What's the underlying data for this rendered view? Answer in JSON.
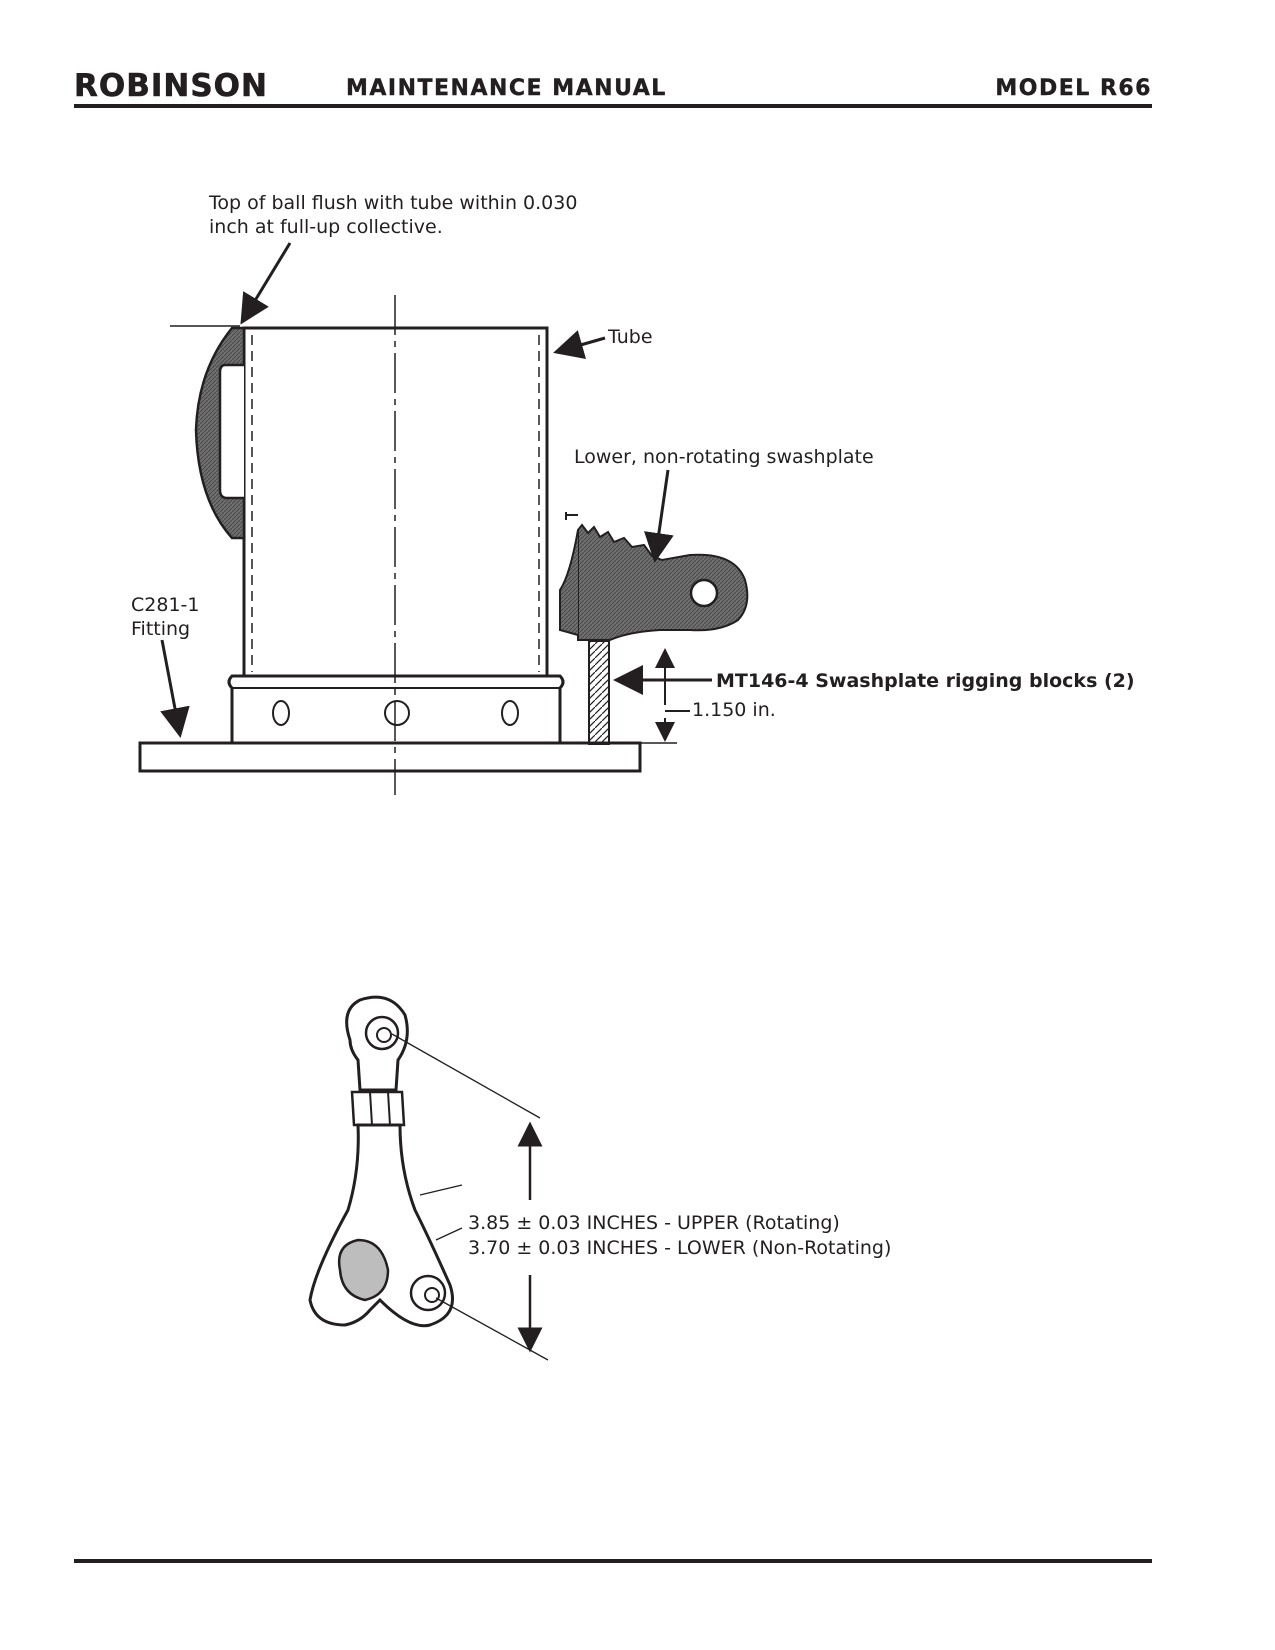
{
  "header": {
    "brand": "ROBINSON",
    "title": "MAINTENANCE MANUAL",
    "model": "MODEL R66"
  },
  "figure_top": {
    "ball_note_line1": "Top of ball flush with tube within 0.030",
    "ball_note_line2": "inch at full-up collective.",
    "tube": "Tube",
    "swashplate": "Lower, non-rotating swashplate",
    "fitting_line1": "C281-1",
    "fitting_line2": "Fitting",
    "blocks": "MT146-4 Swashplate rigging blocks (2)",
    "height": "1.150 in."
  },
  "figure_bottom": {
    "upper": "3.85  ±  0.03 INCHES - UPPER (Rotating)",
    "lower": "3.70  ±  0.03 INCHES - LOWER (Non-Rotating)"
  }
}
